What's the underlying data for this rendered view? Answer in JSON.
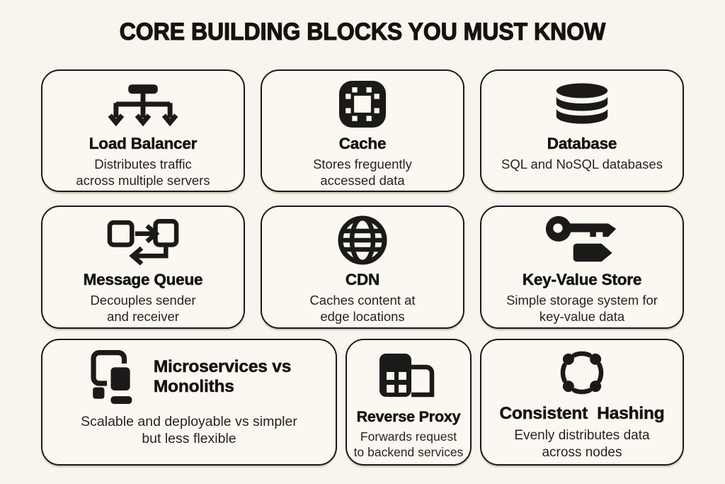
{
  "header": {
    "title": "CORE BUILDING BLOCKS YOU MUST KNOW"
  },
  "colors": {
    "background": "#f8f5ee",
    "card_background": "#faf8f1",
    "border": "#1b1a18",
    "title_text": "#14130f",
    "body_text": "#262522"
  },
  "cards": [
    {
      "title": "Load Balancer",
      "description": "Distributes traffic\nacross multiple servers",
      "icon": "load-balancer-icon"
    },
    {
      "title": "Cache",
      "description": "Stores freguently\naccessed data",
      "icon": "cpu-chip-icon"
    },
    {
      "title": "Database",
      "description": "SQL and NoSQL databases",
      "icon": "database-cylinder-icon"
    },
    {
      "title": "Message Queue",
      "description": "Decouples sender\nand receiver",
      "icon": "message-queue-arrows-icon"
    },
    {
      "title": "CDN",
      "description": "Caches content at\nedge locations",
      "icon": "globe-icon"
    },
    {
      "title": "Key-Value Store",
      "description": "Simple storage system for\nkey-value data",
      "icon": "key-and-tag-icon"
    },
    {
      "title": "Microservices vs\nMonoliths",
      "description": "Scalable and deployable vs simpler\nbut less flexible",
      "icon": "stacked-services-icon"
    },
    {
      "title": "Reverse Proxy",
      "description": "Forwards request\nto backend services",
      "icon": "building-proxy-icon"
    },
    {
      "title": "Consistent  Hashing",
      "description": "Evenly distributes data\nacross nodes",
      "icon": "dashed-circle-nodes-icon"
    }
  ]
}
